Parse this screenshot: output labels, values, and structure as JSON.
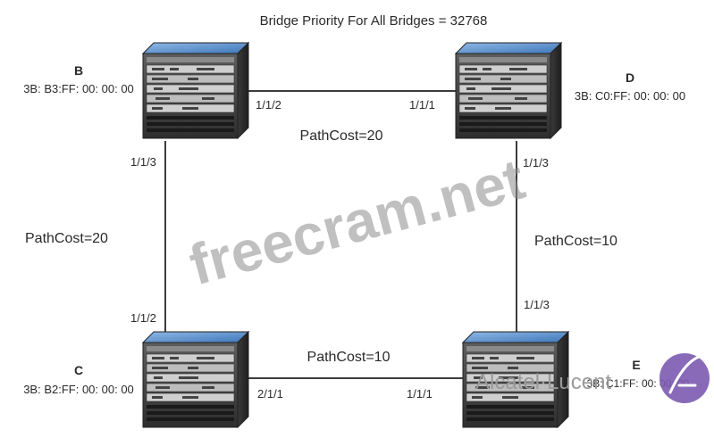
{
  "title": "Bridge Priority For All Bridges = 32768",
  "bridges": {
    "B": {
      "name": "B",
      "mac": "3B: B3:FF: 00: 00: 00"
    },
    "D": {
      "name": "D",
      "mac": "3B: C0:FF: 00: 00: 00"
    },
    "C": {
      "name": "C",
      "mac": "3B: B2:FF: 00: 00: 00"
    },
    "E": {
      "name": "E",
      "mac": "3B: C1:FF: 00: 00: 00"
    }
  },
  "links": {
    "bd": {
      "port_b": "1/1/2",
      "port_d": "1/1/1",
      "cost": "PathCost=20"
    },
    "bc": {
      "port_b": "1/1/3",
      "port_c": "1/1/2",
      "cost": "PathCost=20"
    },
    "de": {
      "port_d": "1/1/3",
      "port_e": "1/1/3",
      "cost": "PathCost=10"
    },
    "ce": {
      "port_c": "2/1/1",
      "port_e": "1/1/1",
      "cost": "PathCost=10"
    }
  },
  "watermark": "freecram.net",
  "logo": {
    "text": "Alcatel·Lucent"
  },
  "colors": {
    "link": "#3c3c3c",
    "chassis": "#4a4a4a",
    "chassis_top": "#5a8fc8",
    "watermark": "#8c8c8c"
  }
}
